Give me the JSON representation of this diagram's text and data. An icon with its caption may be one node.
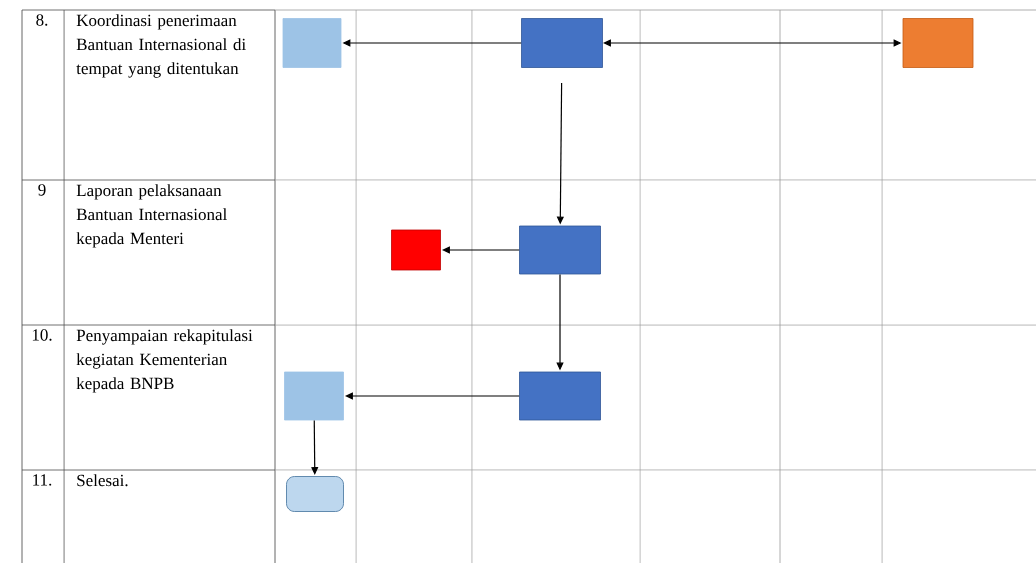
{
  "diagram": {
    "nodes": [
      {
        "text": [],
        "shape": "box"
      },
      {
        "text": [],
        "shape": "box"
      },
      {
        "text": [],
        "shape": "box"
      },
      {
        "text": [],
        "shape": "box"
      },
      {
        "text": [],
        "shape": "box"
      },
      {
        "text": [],
        "shape": "box"
      },
      {
        "text": [],
        "shape": "box"
      },
      {
        "text": [],
        "shape": "terminal"
      }
    ],
    "edges": [
      {
        "from": 1,
        "to": 0,
        "arrow": "to"
      },
      {
        "from": 1,
        "to": 2,
        "arrow": "both"
      },
      {
        "from": 1,
        "to": 4,
        "arrow": "to"
      },
      {
        "from": 4,
        "to": 3,
        "arrow": "to"
      },
      {
        "from": 4,
        "to": 5,
        "arrow": "to"
      },
      {
        "from": 5,
        "to": 6,
        "arrow": "to"
      },
      {
        "from": 6,
        "to": 7,
        "arrow": "to"
      }
    ],
    "labels": [
      "8.",
      "Koordinasi penerimaan Bantuan Internasional di tempat yang ditentukan",
      "9",
      "Laporan pelaksanaan Bantuan Internasional kepada Menteri",
      "10.",
      "Penyampaian rekapitulasi kegiatan Kementerian kepada BNPB",
      "11.",
      "Selesai."
    ]
  }
}
